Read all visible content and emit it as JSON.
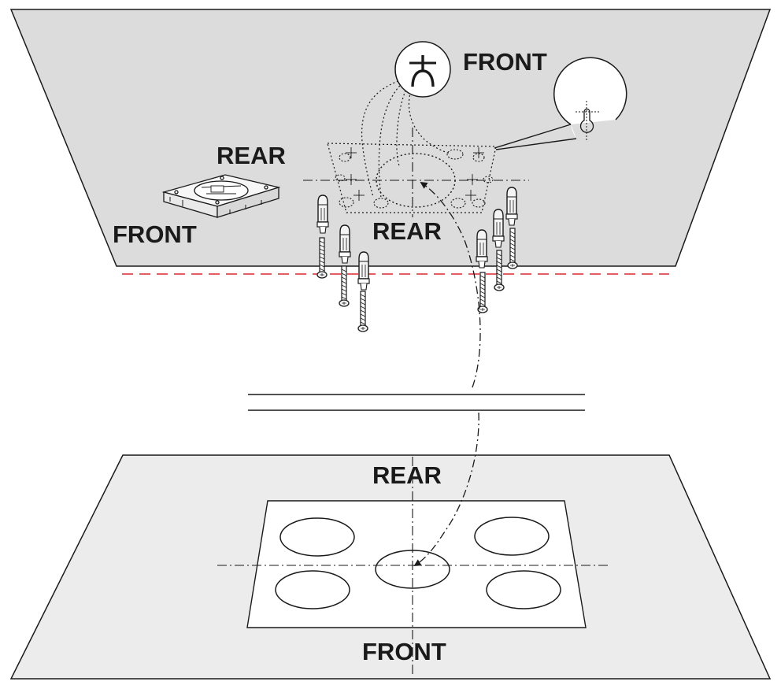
{
  "labels": {
    "ceiling_front_symbol": "FRONT",
    "ceiling_rear_left": "REAR",
    "ceiling_front_left": "FRONT",
    "ceiling_rear_center": "REAR",
    "floor_rear": "REAR",
    "floor_front": "FRONT"
  },
  "colors": {
    "ceiling_fill": "#dcdcdc",
    "floor_fill": "#ececec",
    "line": "#1a1a1a",
    "ceiling_edge_line": "#d9282f",
    "white": "#ffffff"
  },
  "icons": {
    "front_marker": "front-direction-symbol-icon",
    "keyhole_detail": "keyhole-slot-icon",
    "bracket": "mounting-bracket-icon",
    "anchor": "wall-anchor-icon",
    "screw": "screw-icon"
  }
}
